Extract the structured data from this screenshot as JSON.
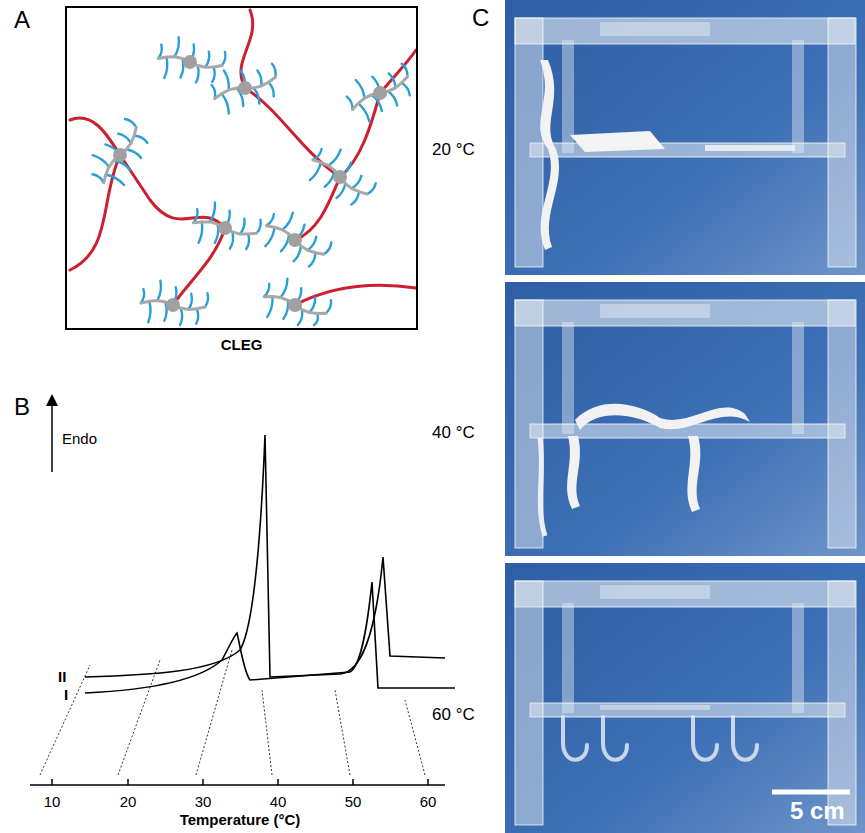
{
  "diagram": {
    "nodes": [
      {
        "text": [
          "CLEG"
        ]
      }
    ],
    "labels": [
      "A",
      "B",
      "Endo",
      "II",
      "I",
      "10",
      "20",
      "30",
      "40",
      "50",
      "60",
      "Temperature (°C)",
      "C",
      "20 °C",
      "40 °C",
      "60 °C",
      "5 cm"
    ]
  }
}
